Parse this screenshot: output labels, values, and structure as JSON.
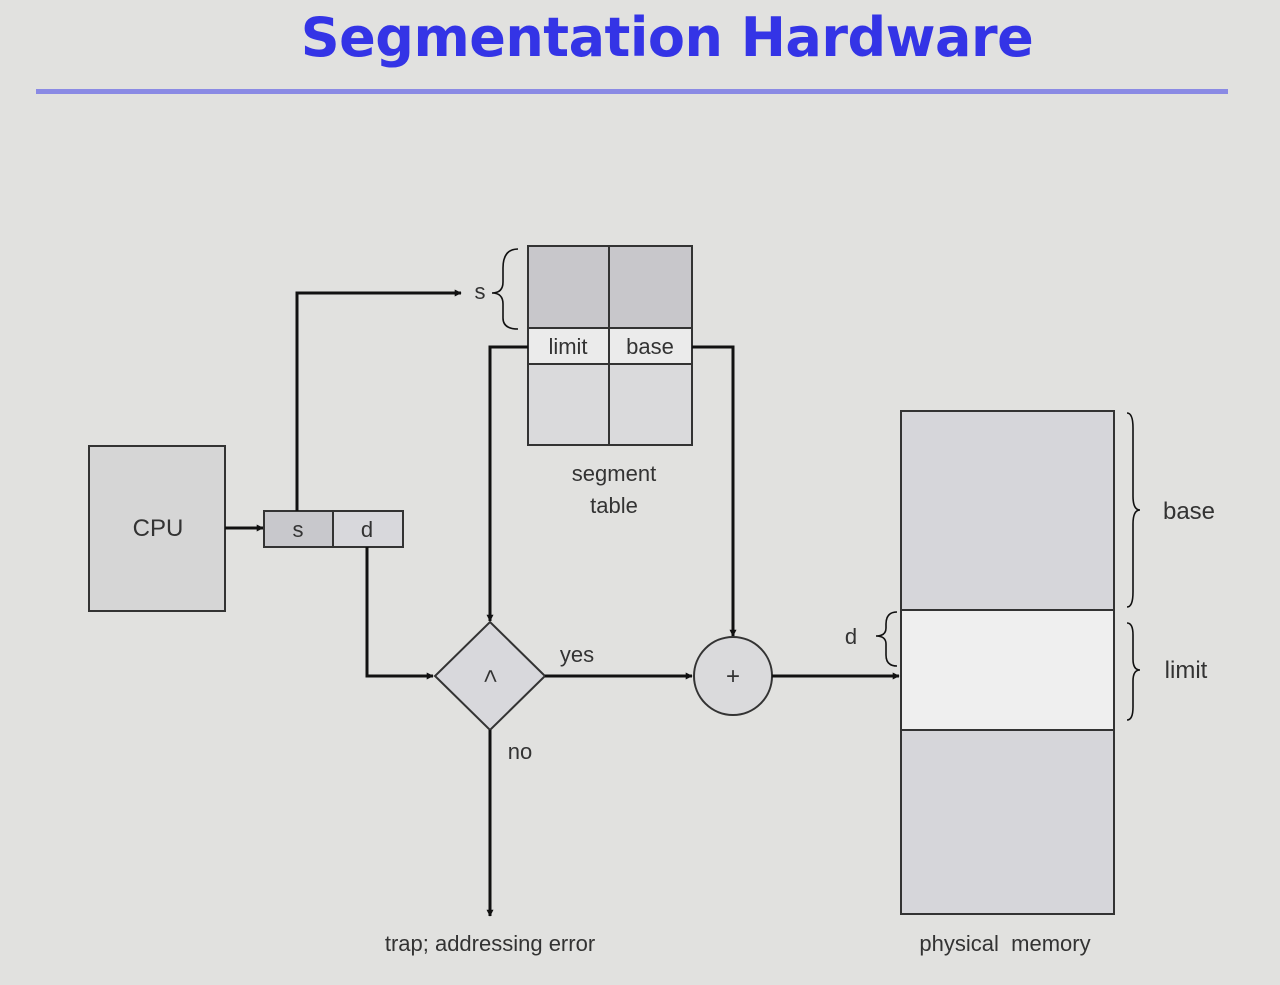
{
  "slide": {
    "title": "Segmentation Hardware"
  },
  "diagram": {
    "cpu_label": "CPU",
    "logical_address": {
      "s": "s",
      "d": "d"
    },
    "segment_table": {
      "selector": "s",
      "columns": [
        "limit",
        "base"
      ],
      "caption_line1": "segment",
      "caption_line2": "table"
    },
    "comparator": {
      "symbol": "<",
      "yes": "yes",
      "no": "no"
    },
    "adder": {
      "symbol": "+"
    },
    "trap_label": "trap; addressing error",
    "physical_memory": {
      "caption": "physical  memory",
      "base_label": "base",
      "limit_label": "limit",
      "offset_label": "d"
    }
  }
}
